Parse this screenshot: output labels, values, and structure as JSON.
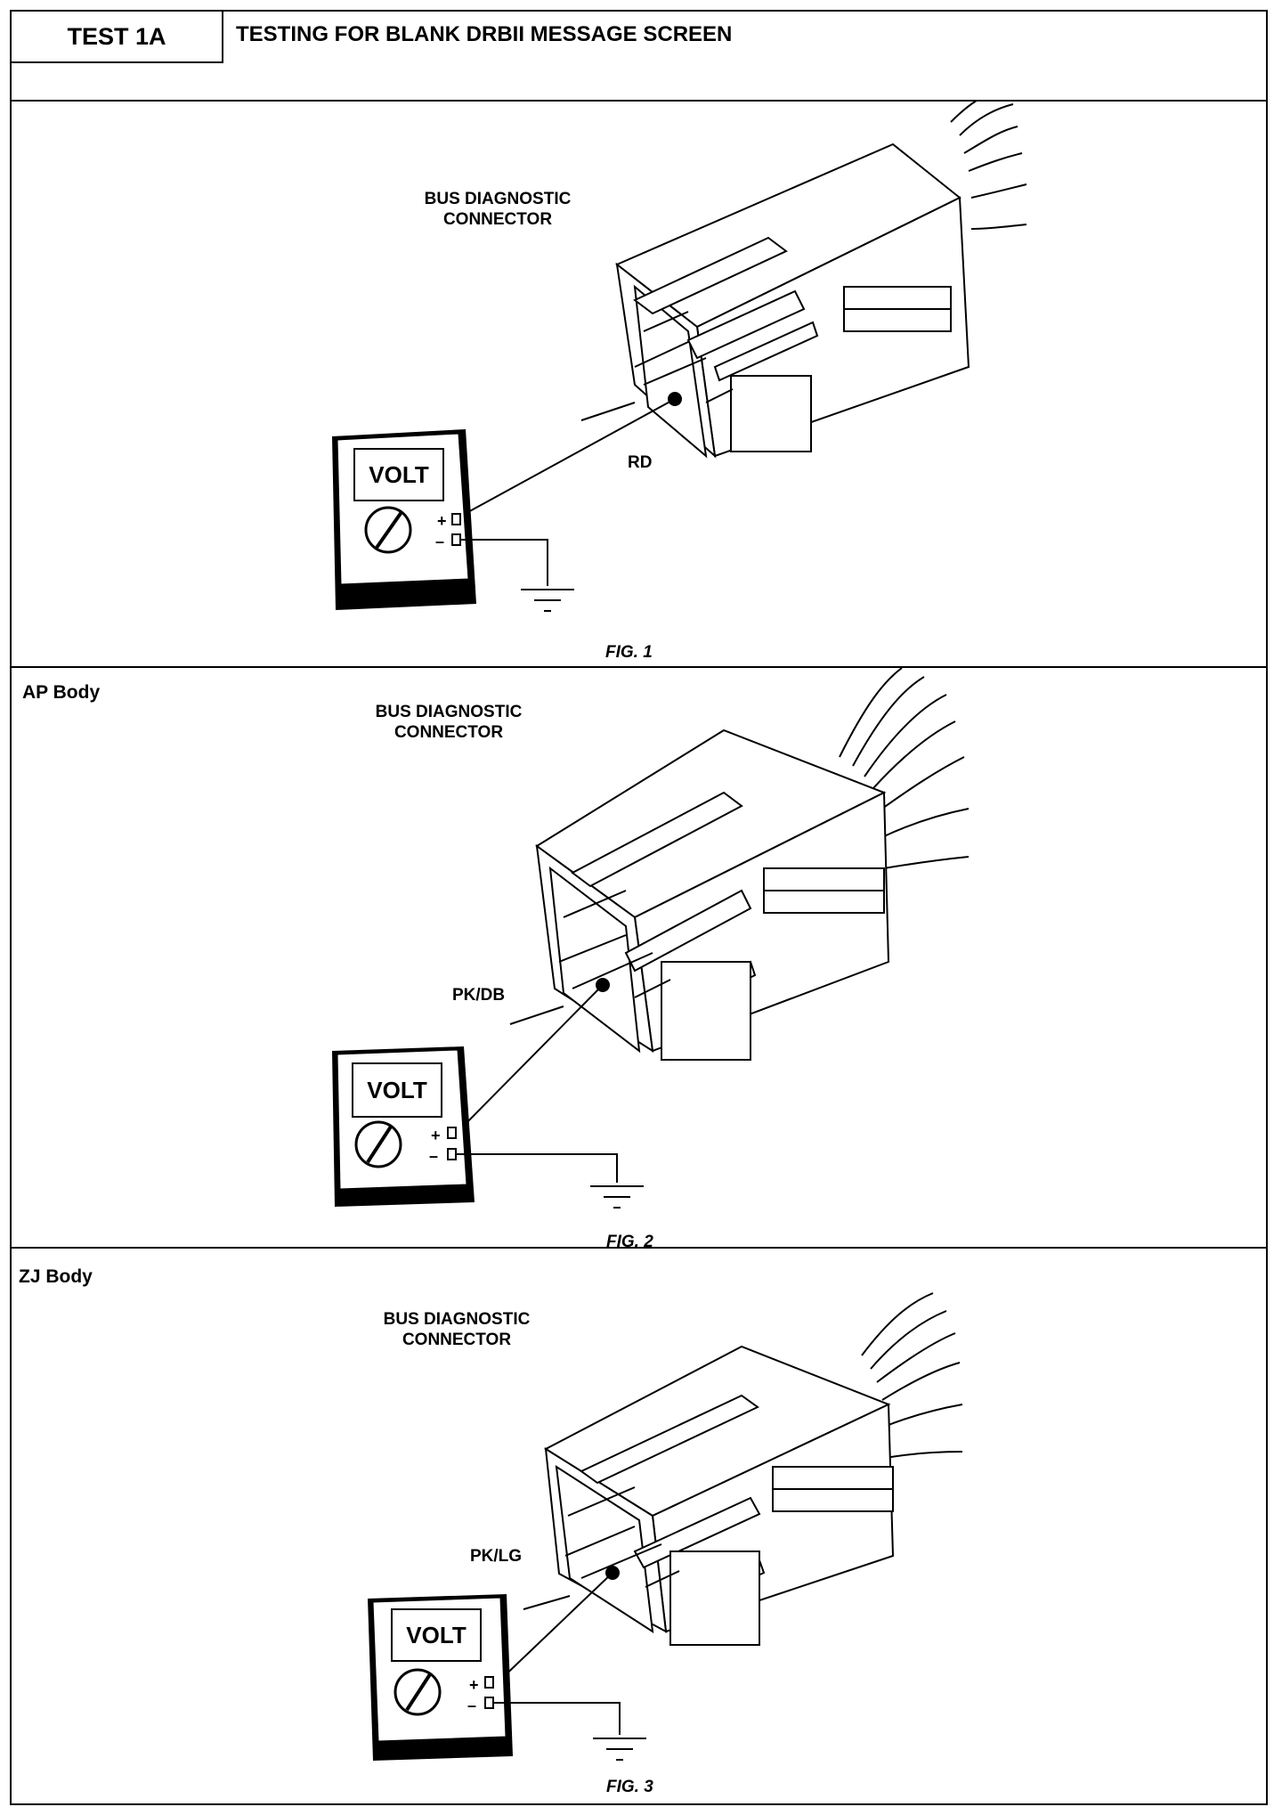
{
  "header": {
    "test_id": "TEST 1A",
    "title": "TESTING FOR BLANK DRBII MESSAGE SCREEN"
  },
  "figures": [
    {
      "body_label": "",
      "connector_label_1": "BUS DIAGNOSTIC",
      "connector_label_2": "CONNECTOR",
      "wire_label": "RD",
      "meter_label": "VOLT",
      "plus": "+",
      "minus": "–",
      "caption": "FIG. 1"
    },
    {
      "body_label": "AP Body",
      "connector_label_1": "BUS DIAGNOSTIC",
      "connector_label_2": "CONNECTOR",
      "wire_label": "PK/DB",
      "meter_label": "VOLT",
      "plus": "+",
      "minus": "–",
      "caption": "FIG. 2"
    },
    {
      "body_label": "ZJ Body",
      "connector_label_1": "BUS DIAGNOSTIC",
      "connector_label_2": "CONNECTOR",
      "wire_label": "PK/LG",
      "meter_label": "VOLT",
      "plus": "+",
      "minus": "–",
      "caption": "FIG. 3"
    }
  ]
}
